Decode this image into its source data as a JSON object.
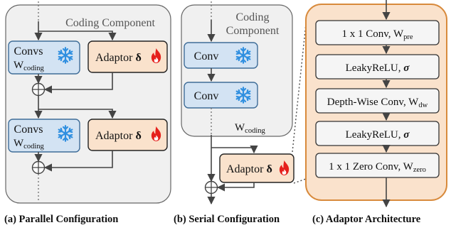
{
  "parallel": {
    "title": "Coding Component",
    "block1": {
      "conv_label": "Convs",
      "weight_main": "W",
      "weight_sub": "coding",
      "adaptor_label": "Adaptor",
      "adaptor_symbol": "δ"
    },
    "block2": {
      "conv_label": "Convs",
      "weight_main": "W",
      "weight_sub": "coding",
      "adaptor_label": "Adaptor",
      "adaptor_symbol": "δ"
    },
    "caption": "(a) Parallel Configuration"
  },
  "serial": {
    "title_line1": "Coding",
    "title_line2": "Component",
    "conv1_label": "Conv",
    "conv2_label": "Conv",
    "weight_main": "W",
    "weight_sub": "coding",
    "adaptor_label": "Adaptor",
    "adaptor_symbol": "δ",
    "caption": "(b) Serial Configuration"
  },
  "adaptor_arch": {
    "layers": [
      {
        "main": "1 x 1 Conv, W",
        "sub": "pre"
      },
      {
        "main": "LeakyReLU, ",
        "sigma": "σ"
      },
      {
        "main": "Depth-Wise Conv, W",
        "sub": "dw"
      },
      {
        "main": "LeakyReLU, ",
        "sigma": "σ"
      },
      {
        "main": "1 x 1 Zero Conv, W",
        "sub": "zero"
      }
    ],
    "caption": "(c) Adaptor Architecture"
  },
  "icons": {
    "frozen": "snowflake-icon",
    "trainable": "flame-icon"
  },
  "colors": {
    "panel_bg": "#f0f0f0",
    "conv_fill": "#d3e3f3",
    "conv_stroke": "#3f6d98",
    "adaptor_fill": "#fae2cc",
    "adaptor_stroke": "#222222",
    "snowflake": "#2f8fe0",
    "flame": "#e5201c",
    "arch_border": "#d88a3c"
  }
}
